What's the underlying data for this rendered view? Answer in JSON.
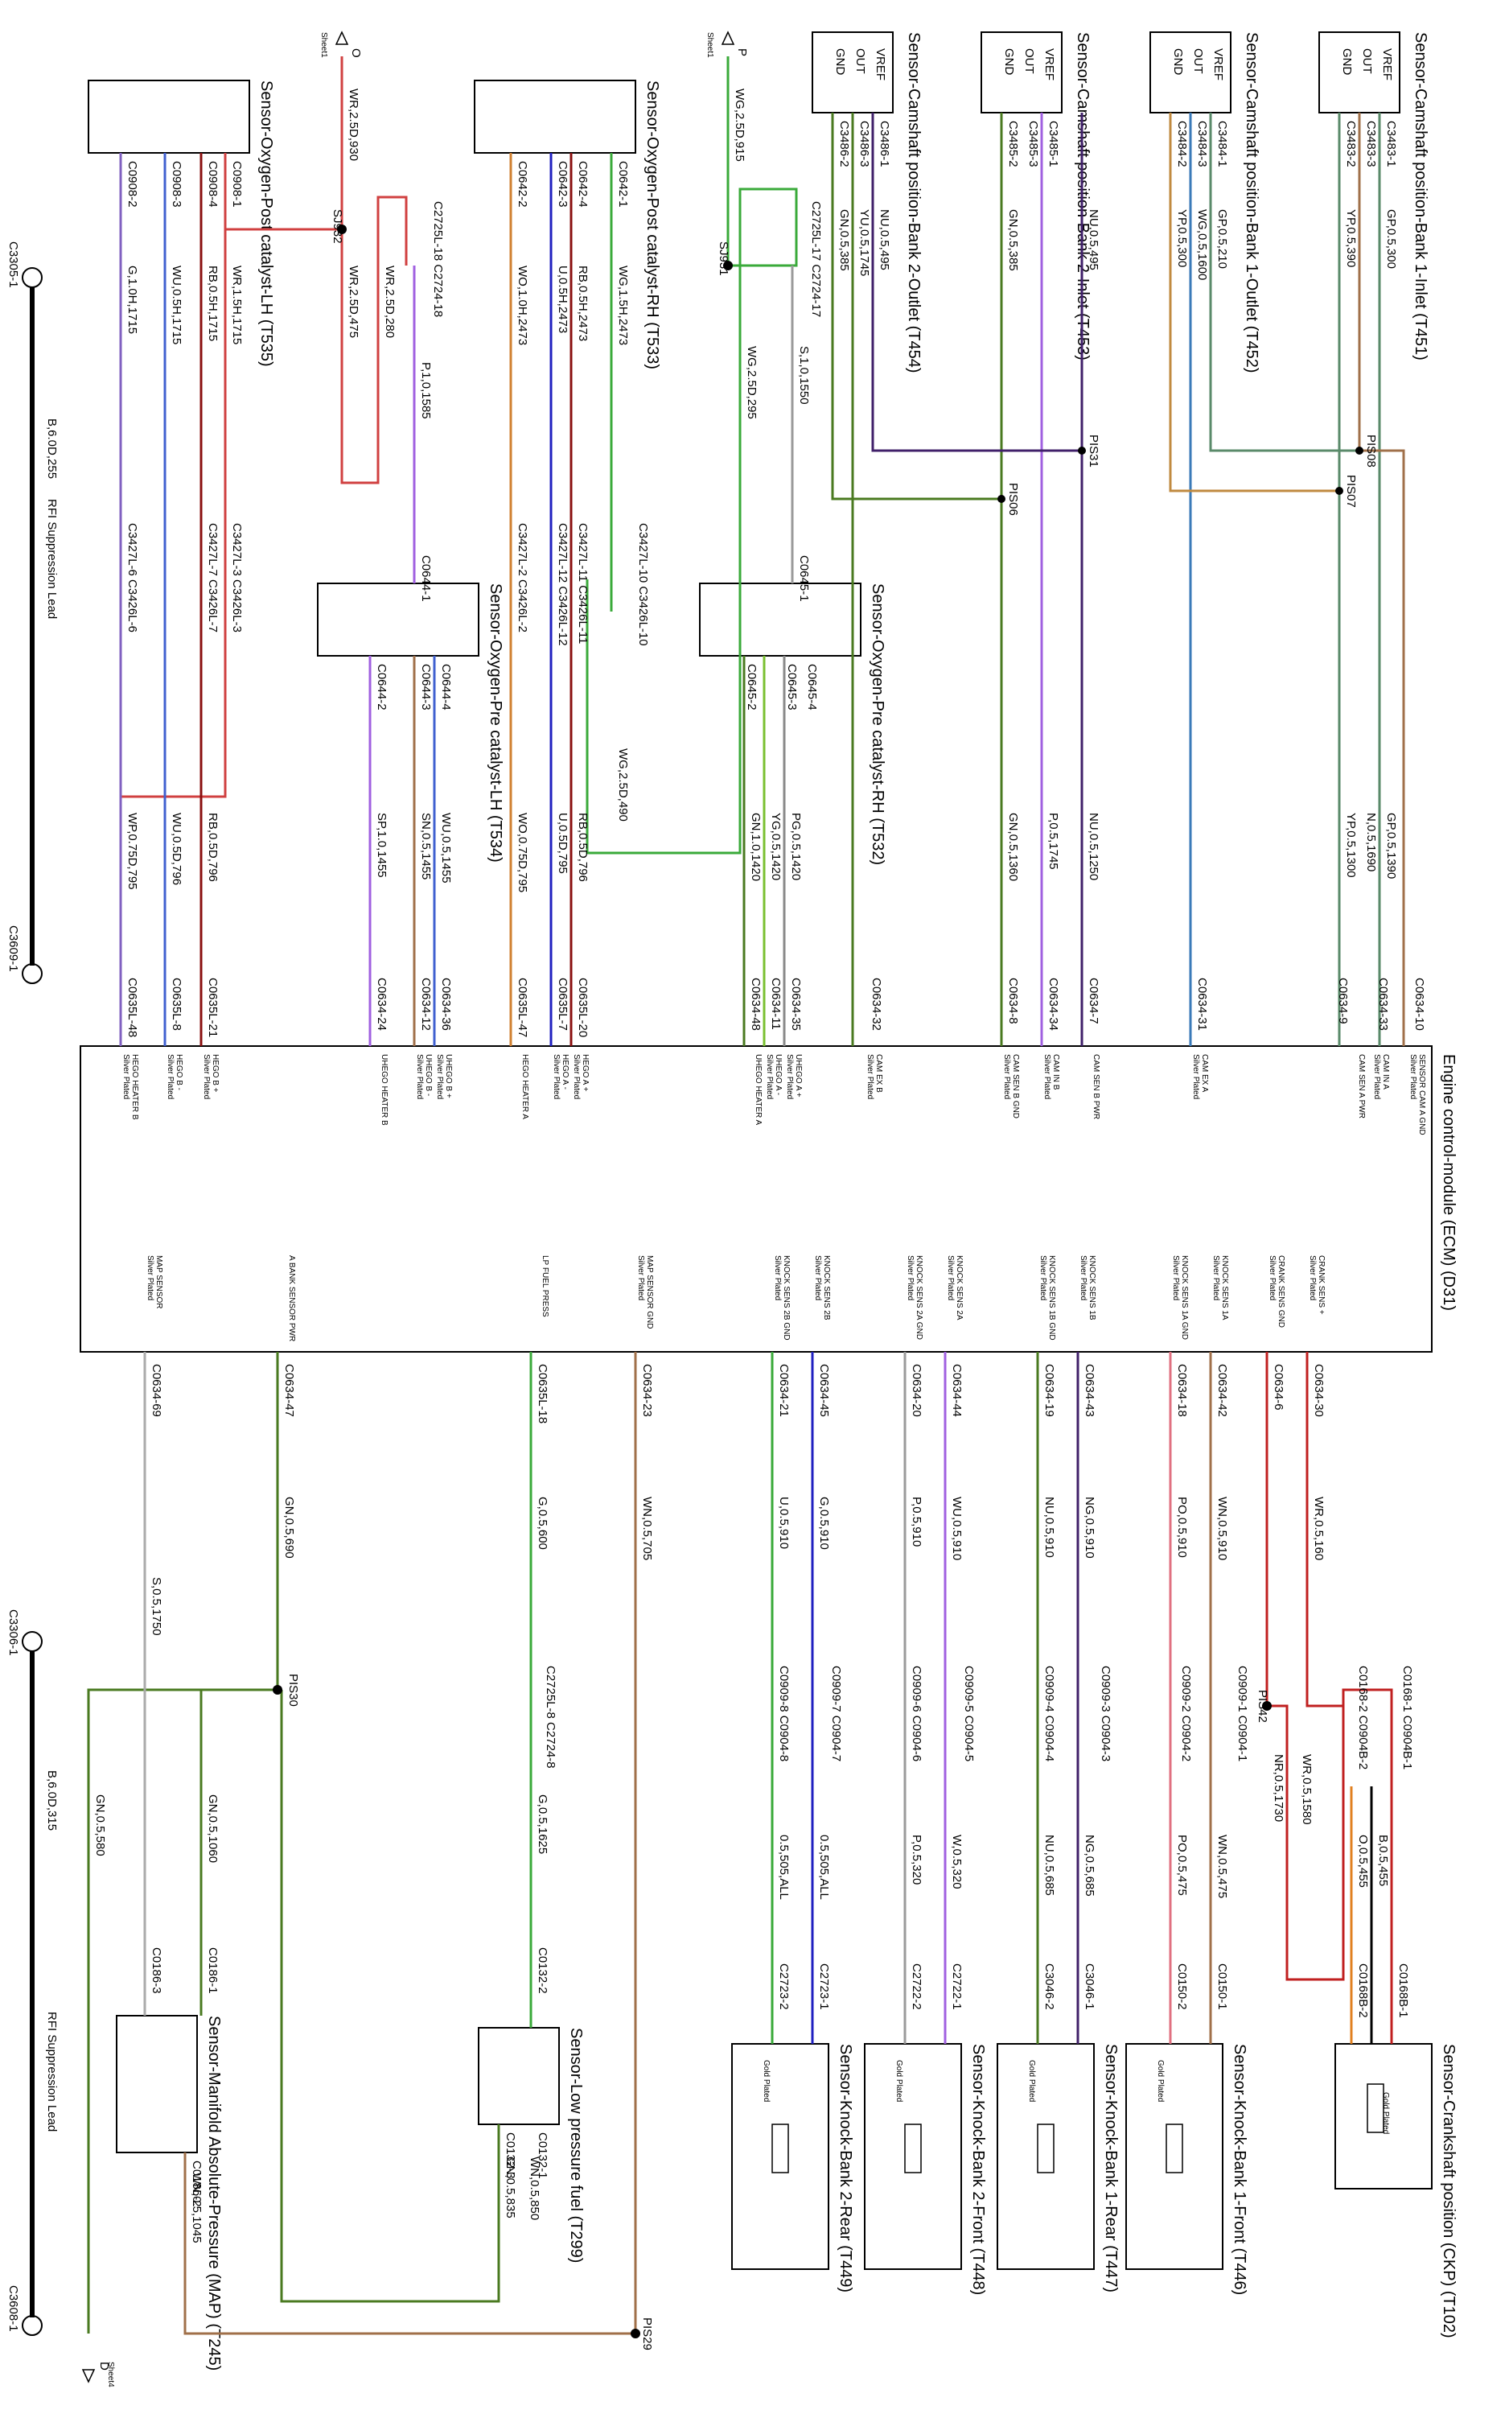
{
  "ecm": {
    "title": "Engine control-module (ECM) (D31)",
    "pins": [
      {
        "id": "C0634-10",
        "label": "SENSOR CAM A GND\nSilver Plated"
      },
      {
        "id": "C0634-33",
        "label": "CAM IN A\nSilver Plated"
      },
      {
        "id": "C0634-9",
        "label": "CAM SEN A PWR"
      },
      {
        "id": "C0634-31",
        "label": "CAM EX A\nSilver Plated"
      },
      {
        "id": "C0634-7",
        "label": "CAM SEN B PWR"
      },
      {
        "id": "C0634-34",
        "label": "CAM IN B\nSilver Plated"
      },
      {
        "id": "C0634-8",
        "label": "CAM SEN B GND\nSilver Plated"
      },
      {
        "id": "C0634-32",
        "label": "CAM EX B\nSilver Plated"
      },
      {
        "id": "C0634-35",
        "label": "UHEGO A +\nSilver Plated"
      },
      {
        "id": "C0634-11",
        "label": "UHEGO A -\nSilver Plated"
      },
      {
        "id": "C0634-48",
        "label": "UHEGO HEATER A"
      },
      {
        "id": "C0635L-20",
        "label": "HEGO A +\nSilver Plated"
      },
      {
        "id": "C0635L-7",
        "label": "HEGO A -\nSilver Plated"
      },
      {
        "id": "C0635L-47",
        "label": "HEGO HEATER A"
      },
      {
        "id": "C0634-36",
        "label": "UHEGO B +\nSilver Plated"
      },
      {
        "id": "C0634-12",
        "label": "UHEGO B -\nSilver Plated"
      },
      {
        "id": "C0634-24",
        "label": "UHEGO HEATER B"
      },
      {
        "id": "C0635L-21",
        "label": "HEGO B +\nSilver Plated"
      },
      {
        "id": "C0635L-8",
        "label": "HEGO B -\nSilver Plated"
      },
      {
        "id": "C0635L-48",
        "label": "HEGO HEATER B\nSilver Plated"
      },
      {
        "id": "C0634-30",
        "label": "CRANK SENS +\nSilver Plated"
      },
      {
        "id": "C0634-6",
        "label": "CRANK SENS GND\nSilver Plated"
      },
      {
        "id": "C0634-42",
        "label": "KNOCK SENS 1A\nSilver Plated"
      },
      {
        "id": "C0634-18",
        "label": "KNOCK SENS 1A GND\nSilver Plated"
      },
      {
        "id": "C0634-43",
        "label": "KNOCK SENS 1B\nSilver Plated"
      },
      {
        "id": "C0634-19",
        "label": "KNOCK SENS 1B GND\nSilver Plated"
      },
      {
        "id": "C0634-44",
        "label": "KNOCK SENS 2A\nSilver Plated"
      },
      {
        "id": "C0634-20",
        "label": "KNOCK SENS 2A GND\nSilver Plated"
      },
      {
        "id": "C0634-45",
        "label": "KNOCK SENS 2B\nSilver Plated"
      },
      {
        "id": "C0634-21",
        "label": "KNOCK SENS 2B GND\nSilver Plated"
      },
      {
        "id": "C0634-23",
        "label": "MAP SENSOR GND\nSilver Plated"
      },
      {
        "id": "C0635L-18",
        "label": "LP FUEL PRESS"
      },
      {
        "id": "C0634-47",
        "label": "A BANK SENSOR PWR"
      },
      {
        "id": "C0634-69",
        "label": "MAP SENSOR\nSilver Plated"
      }
    ]
  },
  "components": [
    {
      "id": "cam-bank1-inlet",
      "title": "Sensor-Camshaft position-Bank 1-Inlet (T451)",
      "pins": [
        "VREF",
        "OUT",
        "GND"
      ],
      "connectors": [
        "C3483-1",
        "C3483-3",
        "C3483-2"
      ]
    },
    {
      "id": "cam-bank1-outlet",
      "title": "Sensor-Camshaft position-Bank 1-Outlet (T452)",
      "pins": [
        "VREF",
        "OUT",
        "GND"
      ],
      "connectors": [
        "C3484-1",
        "C3484-3",
        "C3484-2"
      ]
    },
    {
      "id": "cam-bank2-inlet",
      "title": "Sensor-Camshaft position-Bank 2-Inlet (T453)",
      "pins": [
        "VREF",
        "OUT",
        "GND"
      ],
      "connectors": [
        "C3485-1",
        "C3485-3",
        "C3485-2"
      ]
    },
    {
      "id": "cam-bank2-outlet",
      "title": "Sensor-Camshaft position-Bank 2-Outlet (T454)",
      "pins": [
        "VREF",
        "OUT",
        "GND"
      ],
      "connectors": [
        "C3486-1",
        "C3486-3",
        "C3486-2"
      ]
    },
    {
      "id": "o2-post-rh",
      "title": "Sensor-Oxygen-Post catalyst-RH (T533)",
      "connectors": [
        "C0642-1",
        "C0642-4",
        "C0642-3",
        "C0642-2"
      ]
    },
    {
      "id": "o2-post-lh",
      "title": "Sensor-Oxygen-Post catalyst-LH (T535)",
      "connectors": [
        "C0908-1",
        "C0908-4",
        "C0908-3",
        "C0908-2"
      ]
    },
    {
      "id": "o2-pre-rh",
      "title": "Sensor-Oxygen-Pre catalyst-RH (T532)",
      "connectors": [
        "C0645-4",
        "C0645-3",
        "C0645-2",
        "C0645-1"
      ]
    },
    {
      "id": "o2-pre-lh",
      "title": "Sensor-Oxygen-Pre catalyst-LH (T534)",
      "connectors": [
        "C0644-4",
        "C0644-3",
        "C0644-2",
        "C0644-1"
      ]
    },
    {
      "id": "ckp",
      "title": "Sensor-Crankshaft position (CKP) (T102)",
      "connectors": [
        "C0168B-1",
        "C0168B-2"
      ],
      "note": "Gold Plated"
    },
    {
      "id": "knock-b1-front",
      "title": "Sensor-Knock-Bank 1-Front (T446)",
      "connectors": [
        "C0150-1",
        "C0150-2"
      ],
      "note": "Gold Plated"
    },
    {
      "id": "knock-b1-rear",
      "title": "Sensor-Knock-Bank 1-Rear (T447)",
      "connectors": [
        "C3046-1",
        "C3046-2"
      ],
      "note": "Gold Plated"
    },
    {
      "id": "knock-b2-front",
      "title": "Sensor-Knock-Bank 2-Front (T448)",
      "connectors": [
        "C2722-1",
        "C2722-2"
      ],
      "note": "Gold Plated"
    },
    {
      "id": "knock-b2-rear",
      "title": "Sensor-Knock-Bank 2-Rear (T449)",
      "connectors": [
        "C2723-1",
        "C2723-2"
      ],
      "note": "Gold Plated"
    },
    {
      "id": "lp-fuel",
      "title": "Sensor-Low pressure fuel (T299)",
      "connectors": [
        "C0132-1",
        "C0132-2",
        "C0132-3"
      ]
    },
    {
      "id": "map",
      "title": "Sensor-Manifold Absolute-Pressure (MAP) (T245)",
      "connectors": [
        "C0186-1",
        "C0186-2",
        "C0186-3"
      ]
    }
  ],
  "wires_top": [
    {
      "code": "GP,0.5,300",
      "color": "#5a8a6a"
    },
    {
      "code": "YP,0.5,390",
      "color": "#c08a40"
    },
    {
      "code": "GP,0.5,210",
      "color": "#5a8a6a"
    },
    {
      "code": "WG,0.5,1600",
      "color": "#3a7ab8"
    },
    {
      "code": "YP,0.5,300",
      "color": "#c08a40"
    },
    {
      "code": "NU,0.5,495",
      "color": "#40206a"
    },
    {
      "code": "GN,0.5,385",
      "color": "#4a7a20"
    },
    {
      "code": "NU,0.5,495",
      "color": "#40206a"
    },
    {
      "code": "YU,0.5,1745",
      "color": "#9050d0"
    },
    {
      "code": "GN,0.5,385",
      "color": "#4a7a20"
    },
    {
      "code": "S,1,0,1550",
      "color": "#9a9a9a"
    },
    {
      "code": "WG,2.5D,295",
      "color": "#3aaa3a"
    },
    {
      "code": "WG,2.5D,915",
      "color": "#3aaa3a"
    },
    {
      "code": "WG,1.5H,2473",
      "color": "#3aaa3a"
    },
    {
      "code": "RB,0.5H,2473",
      "color": "#8a1010"
    },
    {
      "code": "U,0.5H,2473",
      "color": "#2020c0"
    },
    {
      "code": "WO,1.0H,2473",
      "color": "#d08030"
    },
    {
      "code": "P,1,0,1585",
      "color": "#a060e0"
    },
    {
      "code": "WR,2.5D,930",
      "color": "#d04040"
    },
    {
      "code": "WR,2.5D,280",
      "color": "#d04040"
    },
    {
      "code": "WR,2.5D,475",
      "color": "#d04040"
    },
    {
      "code": "WR,1.5H,1715",
      "color": "#d04040"
    },
    {
      "code": "RB,0.5H,1715",
      "color": "#8a1010"
    },
    {
      "code": "WU,0.5H,1715",
      "color": "#4060d0"
    },
    {
      "code": "G,1.0H,1715",
      "color": "#3aaa3a"
    }
  ],
  "wires_mid": [
    {
      "code": "GP,0.5,1390"
    },
    {
      "code": "N,0.5,1690"
    },
    {
      "code": "YP,0.5,1300"
    },
    {
      "code": "NU,0.5,1250"
    },
    {
      "code": "P,0.5,1745"
    },
    {
      "code": "GN,0.5,1360"
    },
    {
      "code": "PG,0.5,1420"
    },
    {
      "code": "YG,0.5,1420"
    },
    {
      "code": "GN,1.0,1420"
    },
    {
      "code": "WG,2.5D,490"
    },
    {
      "code": "RB,0.5D,796"
    },
    {
      "code": "U,0.5D,795"
    },
    {
      "code": "WO,0.75D,795"
    },
    {
      "code": "WU,0.5,1455"
    },
    {
      "code": "SN,0.5,1455"
    },
    {
      "code": "SP,1.0,1455"
    },
    {
      "code": "RB,0.5D,796"
    },
    {
      "code": "WU,0.5D,796"
    },
    {
      "code": "WP,0.75D,795"
    }
  ],
  "wires_lower": [
    {
      "code": "WR,0.5,160"
    },
    {
      "code": "WN,0.5,910"
    },
    {
      "code": "PO,0.5,910"
    },
    {
      "code": "NG,0.5,910"
    },
    {
      "code": "NU,0.5,910"
    },
    {
      "code": "WU,0.5,910"
    },
    {
      "code": "P,0.5,910"
    },
    {
      "code": "G,0.5,910"
    },
    {
      "code": "U,0.5,910"
    },
    {
      "code": "WN,0.5,705"
    },
    {
      "code": "G,0.5,600"
    },
    {
      "code": "GN,0.5,690"
    },
    {
      "code": "S,0.5,1750"
    },
    {
      "code": "WR,0.5,1580"
    },
    {
      "code": "NR,0.5,1730"
    },
    {
      "code": "B,0.5,455"
    },
    {
      "code": "O,0.5,455"
    },
    {
      "code": "WN,0.5,475"
    },
    {
      "code": "PO,0.5,475"
    },
    {
      "code": "NG,0.5,685"
    },
    {
      "code": "NU,0.5,685"
    },
    {
      "code": "W,0.5,320"
    },
    {
      "code": "P,0.5,320"
    },
    {
      "code": "0.5,505,ALL"
    },
    {
      "code": "0.5,505,ALL"
    },
    {
      "code": "G,0.5,1625"
    },
    {
      "code": "GN,0.5,1060"
    },
    {
      "code": "GN,0.5,580"
    },
    {
      "code": "WN,0.5,850"
    },
    {
      "code": "GN,0.5,835"
    },
    {
      "code": "WN,0.5,1045"
    }
  ],
  "splices": [
    "PIS08",
    "PIS07",
    "PIS31",
    "PIS06",
    "SJ931",
    "SJ932",
    "PIS42",
    "PIS30",
    "PIS29"
  ],
  "inline_connectors": [
    "C2725L-18 C2724-18",
    "C2725L-17 C2724-17",
    "C3427L-10 C3426L-10",
    "C3427L-11 C3426L-11",
    "C3427L-12 C3426L-12",
    "C3427L-2 C3426L-2",
    "C3427L-3 C3426L-3",
    "C3427L-7 C3426L-7",
    "C3427L-6 C3426L-6",
    "C0909-1 C0904-1",
    "C0909-2 C0904-2",
    "C0909-3 C0904-3",
    "C0909-4 C0904-4",
    "C0909-5 C0904-5",
    "C0909-6 C0904-6",
    "C0909-7 C0904-7",
    "C0909-8 C0904-8",
    "C0168-1 C0904B-1",
    "C0168-2 C0904B-2",
    "C2725L-8 C2724-8"
  ],
  "sheet_refs": [
    {
      "id": "P",
      "label": "Sheet1"
    },
    {
      "id": "O",
      "label": "Sheet1"
    },
    {
      "id": "D",
      "label": "Sheet4"
    }
  ],
  "rfi_leads": [
    {
      "label": "RFI Suppression Lead",
      "top": "C3305-1",
      "code": "B,6.0D,255",
      "bottom": "C3609-1"
    },
    {
      "label": "RFI Suppression Lead",
      "top": "C3306-1",
      "code": "B,6.0D,315",
      "bottom": "C3608-1"
    }
  ],
  "colors": {
    "line": "#000000",
    "ground": "#4a7a20",
    "red": "#d04040",
    "brown": "#a0704a"
  }
}
